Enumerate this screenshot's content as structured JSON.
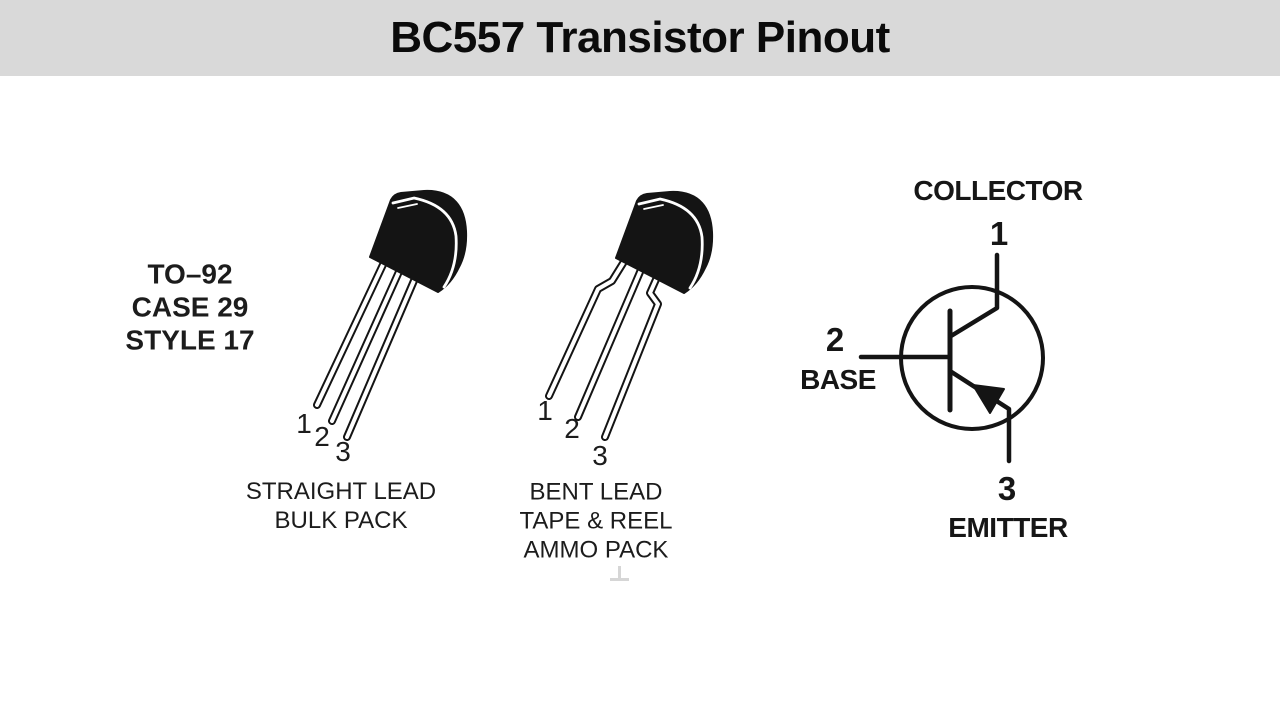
{
  "header": {
    "title": "BC557 Transistor Pinout"
  },
  "package_info": {
    "line1": "TO–92",
    "line2": "CASE 29",
    "line3": "STYLE 17"
  },
  "straight_package": {
    "pin1": "1",
    "pin2": "2",
    "pin3": "3",
    "caption1": "STRAIGHT LEAD",
    "caption2": "BULK PACK"
  },
  "bent_package": {
    "pin1": "1",
    "pin2": "2",
    "pin3": "3",
    "caption1": "BENT LEAD",
    "caption2": "TAPE & REEL",
    "caption3": "AMMO PACK"
  },
  "schematic": {
    "collector_label": "COLLECTOR",
    "collector_pin": "1",
    "base_pin": "2",
    "base_label": "BASE",
    "emitter_pin": "3",
    "emitter_label": "EMITTER"
  },
  "colors": {
    "header_bg": "#d9d9d9",
    "ink": "#141414",
    "canvas_bg": "#ffffff"
  }
}
